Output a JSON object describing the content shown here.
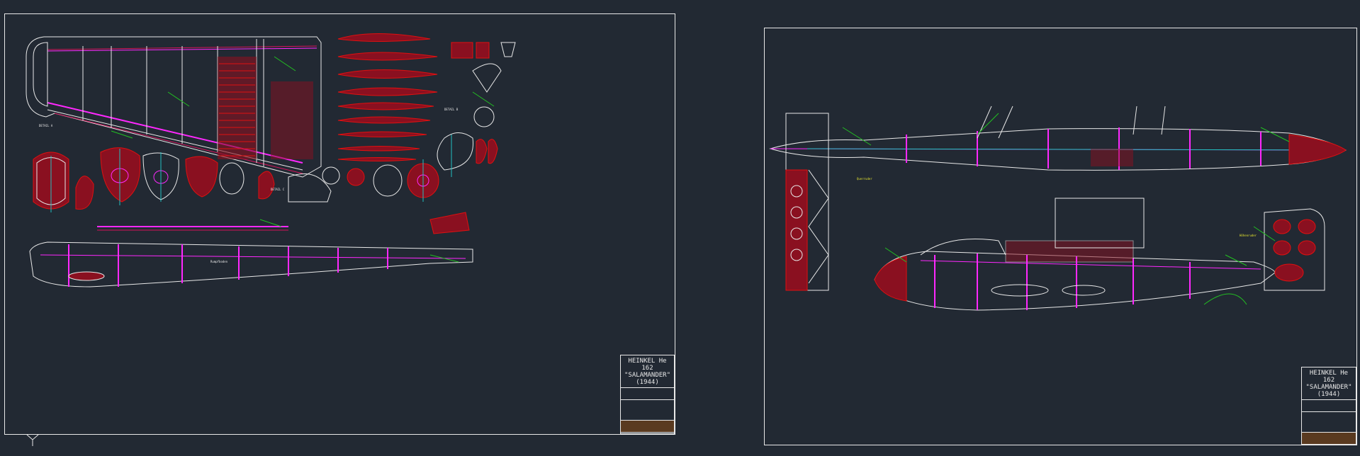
{
  "colors": {
    "background": "#222933",
    "outline": "#e8e8e8",
    "rib": "#d4145a",
    "hatch": "#e01010",
    "spar": "#ff28ff",
    "leader": "#22c022",
    "text": "#e6e62e",
    "center_line": "#22c0c0"
  },
  "title_block": {
    "line1": "HEINKEL He 162",
    "line2": "\"SALAMANDER\"",
    "line3": "(1944)"
  },
  "left_sheet": {
    "annotations": {
      "detail_a": "DETAIL A",
      "detail_b": "DETAIL B",
      "detail_c": "DETAIL C",
      "fuselage_label": "Rumpfboden"
    }
  },
  "right_sheet": {
    "annotations": {
      "note_1": "Querruder",
      "note_2": "Höhenruder"
    }
  }
}
